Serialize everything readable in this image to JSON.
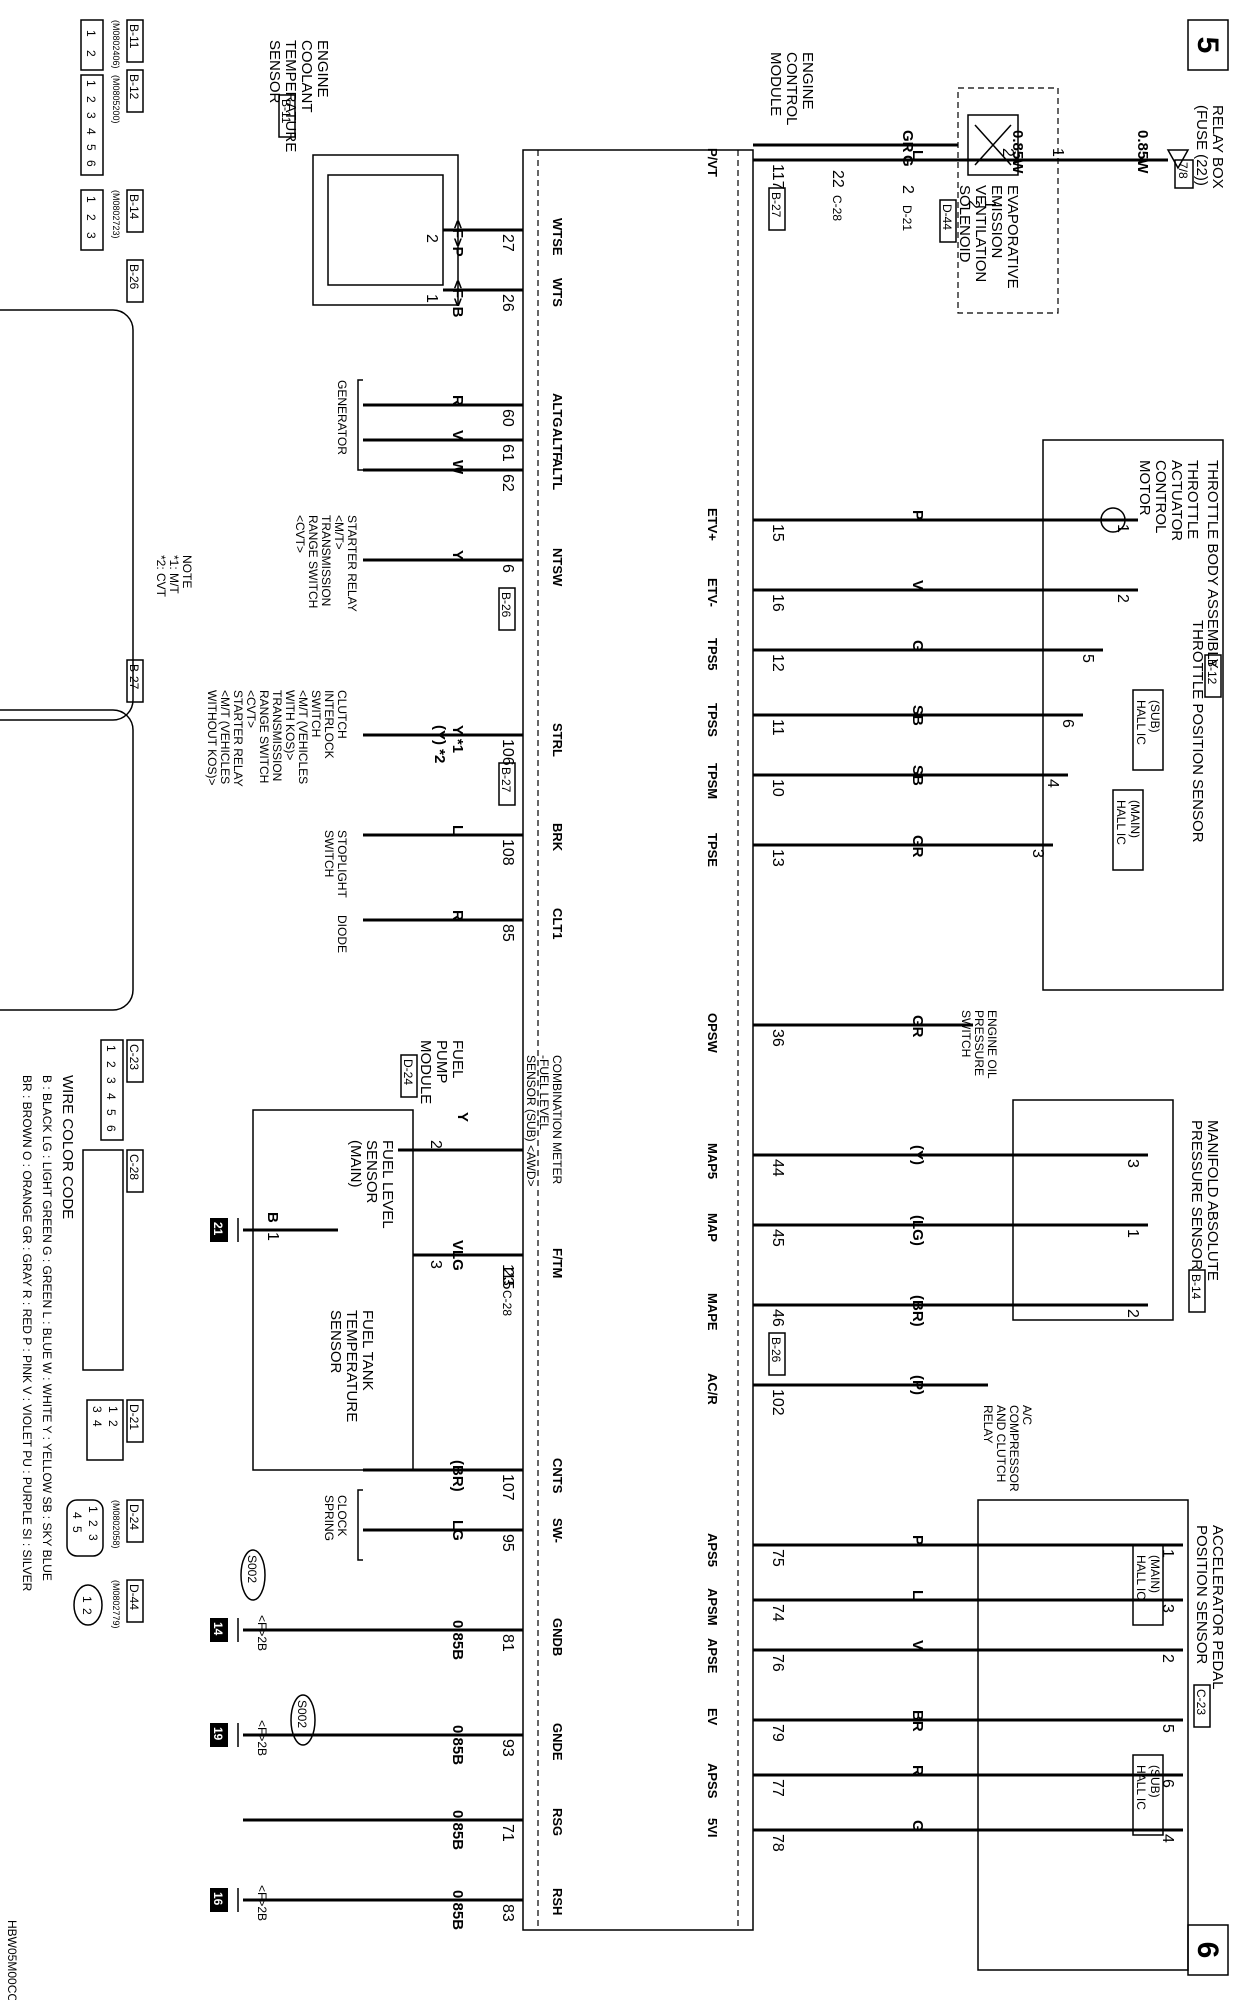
{
  "page": {
    "left_number": "5",
    "right_number": "6",
    "code": "HBW05M00CC"
  },
  "ecm": {
    "name_lines": [
      "ENGINE",
      "CONTROL",
      "MODULE"
    ]
  },
  "relay_box": {
    "lines": [
      "RELAY BOX",
      "(FUSE (22))"
    ],
    "fuse": "7/8"
  },
  "evap": {
    "lines": [
      "EVAPORATIVE",
      "EMISSION",
      "VENTILATION",
      "SOLENOID"
    ],
    "connector": "D-44"
  },
  "throttle_body": {
    "title": "THROTTLE BODY ASSEMBLY",
    "connector": "B-12",
    "motor_lines": [
      "THROTTLE",
      "ACTUATOR",
      "CONTROL",
      "MOTOR"
    ],
    "sensor_title": "THROTTLE POSITION SENSOR",
    "sub_ic": [
      "(SUB)",
      "HALL IC"
    ],
    "main_ic": [
      "(MAIN)",
      "HALL IC"
    ]
  },
  "map_sensor": {
    "lines": [
      "MANIFOLD ABSOLUTE",
      "PRESSURE SENSOR"
    ],
    "connector": "B-14"
  },
  "app_sensor": {
    "lines": [
      "ACCELERATOR PEDAL",
      "POSITION SENSOR"
    ],
    "connector": "C-23",
    "main_ic": [
      "(MAIN)",
      "HALL IC"
    ],
    "sub_ic": [
      "(SUB)",
      "HALL IC"
    ]
  },
  "oil_switch": {
    "lines": [
      "ENGINE OIL",
      "PRESSURE",
      "SWITCH"
    ]
  },
  "ac_relay": {
    "lines": [
      "A/C",
      "COMPRESSOR",
      "AND CLUTCH",
      "RELAY"
    ]
  },
  "ect": {
    "lines": [
      "ENGINE",
      "COOLANT",
      "TEMPERATURE",
      "SENSOR"
    ],
    "connector": "B-11"
  },
  "generator": {
    "label": "GENERATOR"
  },
  "starter_relay": {
    "lines": [
      "STARTER RELAY",
      "<M/T>",
      "TRANSMISSION",
      "RANGE SWITCH",
      "<CVT>"
    ]
  },
  "clutch": {
    "lines": [
      "CLUTCH",
      "INTERLOCK",
      "SWITCH",
      "<M/T (VEHICLES",
      "WITH KOS)>",
      "TRANSMISSION",
      "RANGE SWITCH",
      "<CVT>",
      "STARTER RELAY",
      "<M/T (VEHICLES",
      "WITHOUT KOS)>"
    ]
  },
  "note": {
    "lines": [
      "NOTE",
      "*1: M/T",
      "*2: CVT"
    ]
  },
  "stoplight": {
    "lines": [
      "STOPLIGHT",
      "SWITCH"
    ]
  },
  "diode": {
    "label": "DIODE"
  },
  "combination_meter": {
    "lines": [
      "COMBINATION METER",
      "-FUEL LEVEL",
      "SENSOR (SUB) <AWD>"
    ]
  },
  "fuel_pump": {
    "lines": [
      "FUEL",
      "PUMP",
      "MODULE"
    ],
    "connector": "D-24",
    "level_lines": [
      "FUEL LEVEL",
      "SENSOR",
      "(MAIN)"
    ],
    "temp_lines": [
      "FUEL TANK",
      "TEMPERATURE",
      "SENSOR"
    ]
  },
  "clock_spring": {
    "lines": [
      "CLOCK",
      "SPRING"
    ]
  },
  "splice": {
    "label": "S002"
  },
  "grounds": [
    "21",
    "14",
    "19",
    "16"
  ],
  "ground_tag": "<F>2B",
  "star1": "*1",
  "star2": "*2",
  "connectors": {
    "b11": {
      "name": "B-11",
      "part": "(M0802406)",
      "pins": [
        "1",
        "2"
      ]
    },
    "b12": {
      "name": "B-12",
      "part": "(M0805200)",
      "pins": [
        "1",
        "2",
        "3",
        "4",
        "5",
        "6"
      ]
    },
    "b14": {
      "name": "B-14",
      "part": "(M0802723)",
      "pins": [
        "1",
        "2",
        "3"
      ]
    },
    "b26": {
      "name": "B-26"
    },
    "b27": {
      "name": "B-27"
    },
    "c23": {
      "name": "C-23",
      "pins": [
        "1",
        "2",
        "3",
        "4",
        "5",
        "6"
      ]
    },
    "c28": {
      "name": "C-28"
    },
    "d21": {
      "name": "D-21",
      "pins": [
        "1",
        "2",
        "3",
        "4"
      ]
    },
    "d24": {
      "name": "D-24",
      "part": "(M0802058)",
      "pins": [
        "1",
        "2",
        "3",
        "4",
        "5"
      ]
    },
    "d44": {
      "name": "D-44",
      "part": "(M0802779)",
      "pins": [
        "1",
        "2"
      ]
    }
  },
  "wire_color_code": {
    "title": "WIRE COLOR CODE",
    "rows": [
      "B : BLACK    LG : LIGHT GREEN    G : GREEN    L : BLUE    W : WHITE    Y : YELLOW    SB : SKY BLUE",
      "BR : BROWN    O : ORANGE    GR : GRAY    R : RED    P : PINK    V : VIOLET    PU : PURPLE    SI : SILVER"
    ]
  },
  "colors": {
    "line": "#000000",
    "background": "#ffffff"
  },
  "top_wires": [
    {
      "signal": "P/VT",
      "pin": "117",
      "conn": "B-27",
      "color": "L"
    },
    {
      "signal": "ETV+",
      "pin": "15",
      "color": "P",
      "comp_pin": "1"
    },
    {
      "signal": "ETV-",
      "pin": "16",
      "color": "V",
      "comp_pin": "2"
    },
    {
      "signal": "TPS5",
      "pin": "12",
      "color": "G",
      "comp_pin": "5"
    },
    {
      "signal": "TPSS",
      "pin": "11",
      "color": "SB",
      "comp_pin": "6"
    },
    {
      "signal": "TPSM",
      "pin": "10",
      "color": "SB",
      "comp_pin": "4"
    },
    {
      "signal": "TPSE",
      "pin": "13",
      "color": "GR",
      "comp_pin": "3"
    },
    {
      "signal": "OPSW",
      "pin": "36",
      "color": "GR"
    },
    {
      "signal": "MAP5",
      "pin": "44",
      "color": "(Y)",
      "comp_pin": "3"
    },
    {
      "signal": "MAP",
      "pin": "45",
      "color": "(LG)",
      "comp_pin": "1"
    },
    {
      "signal": "MAPE",
      "pin": "46",
      "conn": "B-26",
      "color": "(BR)",
      "comp_pin": "2"
    },
    {
      "signal": "AC/R",
      "pin": "102",
      "color": "(P)"
    },
    {
      "signal": "APS5",
      "pin": "75",
      "color": "P",
      "comp_pin": "1"
    },
    {
      "signal": "APSM",
      "pin": "74",
      "color": "L",
      "comp_pin": "3"
    },
    {
      "signal": "APSE",
      "pin": "76",
      "color": "V",
      "comp_pin": "2"
    },
    {
      "signal": "EV",
      "pin": "79",
      "color": "BR",
      "comp_pin": "5"
    },
    {
      "signal": "APSS",
      "pin": "77",
      "color": "R",
      "comp_pin": "6"
    },
    {
      "signal": "5VI",
      "pin": "78",
      "color": "G",
      "comp_pin": "4"
    }
  ],
  "top_extra": {
    "relay_w1": "0.85W",
    "relay_w2": "0.85W",
    "evap_gr": "GR",
    "evap_g": "G",
    "pin1": "1",
    "pin2": "2",
    "pin22": "22",
    "c28": "C-28",
    "d21_pin": "2",
    "d21": "D-21",
    "evap_p1": "1",
    "evap_p2": "2"
  },
  "bottom_wires": [
    {
      "signal": "WTSE",
      "pin": "27",
      "color": "<F>P",
      "comp_pin": "2"
    },
    {
      "signal": "WTS",
      "pin": "26",
      "color": "<F>B",
      "comp_pin": "1"
    },
    {
      "signal": "ALTG",
      "pin": "60",
      "color": "R"
    },
    {
      "signal": "ALTF",
      "pin": "61",
      "color": "V"
    },
    {
      "signal": "ALTL",
      "pin": "62",
      "color": "W"
    },
    {
      "signal": "NTSW",
      "pin": "6",
      "conn": "B-26",
      "color": "Y"
    },
    {
      "signal": "STRL",
      "pin": "106",
      "conn": "B-27",
      "color": "Y *1",
      "color2": "(Y) *2"
    },
    {
      "signal": "BRK",
      "pin": "108",
      "color": "L"
    },
    {
      "signal": "CLT1",
      "pin": "85",
      "color": "R"
    },
    {
      "signal": "F/TM",
      "pin": "115",
      "color": "LG"
    },
    {
      "signal": "CNTS",
      "pin": "107",
      "color": "(BR)"
    },
    {
      "signal": "SW-",
      "pin": "95",
      "color": "LG"
    },
    {
      "signal": "GNDB",
      "pin": "81",
      "color": "0.85B"
    },
    {
      "signal": "GNDE",
      "pin": "93",
      "color": "0.85B"
    },
    {
      "signal": "RSG",
      "pin": "71",
      "color": "0.85B"
    },
    {
      "signal": "RSH",
      "pin": "83",
      "color": "0.85B"
    }
  ],
  "fuel_extra": {
    "y_wire": "Y",
    "v_wire": "V",
    "b_wire": "B",
    "pin2": "2",
    "pin3": "3",
    "pin1": "1",
    "c28_pin": "23",
    "c28": "C-28"
  }
}
